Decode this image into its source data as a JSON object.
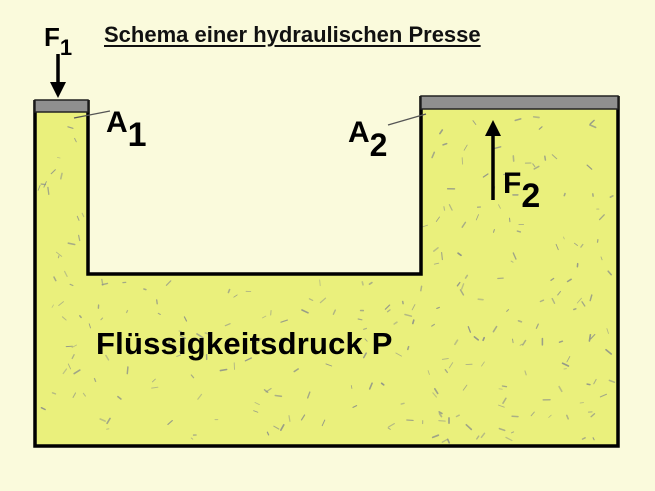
{
  "title": "Schema einer hydraulischen Presse",
  "labels": {
    "f1": {
      "main": "F",
      "sub": "1"
    },
    "f2": {
      "main": "F",
      "sub": "2"
    },
    "a1": {
      "main": "A",
      "sub": "1"
    },
    "a2": {
      "main": "A",
      "sub": "2"
    },
    "fluid": "Flüssigkeitsdruck P"
  },
  "colors": {
    "background": "#fafadc",
    "fluid": "#eaf07c",
    "outline": "#000000",
    "piston": "#8f8f8f",
    "speckle": "#8a8f8a"
  }
}
